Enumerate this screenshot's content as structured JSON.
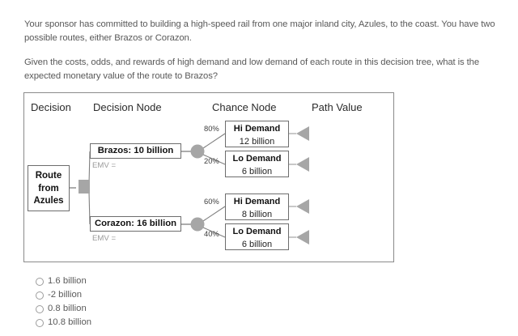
{
  "question": {
    "paragraphs": [
      "Your sponsor has committed to building a high-speed rail from one major inland city, Azules, to the coast. You have two possible routes, either Brazos or Corazon.",
      "Given the costs, odds, and rewards of high demand and low demand of each route in this decision tree, what is the expected monetary value of the route to Brazos?"
    ]
  },
  "tree": {
    "headers": {
      "decision": "Decision",
      "decision_node": "Decision Node",
      "chance_node": "Chance Node",
      "path_value": "Path Value"
    },
    "root": {
      "label": "Route\nfrom\nAzules",
      "line1": "Route",
      "line2": "from",
      "line3": "Azules"
    },
    "alternatives": [
      {
        "label": "Brazos: 10 billion",
        "emv": "EMV ="
      },
      {
        "label": "Corazon: 16 billion",
        "emv": "EMV ="
      }
    ],
    "outcomes": [
      {
        "probability": "80%",
        "title": "Hi Demand",
        "value": "12 billion"
      },
      {
        "probability": "20%",
        "title": "Lo Demand",
        "value": "6 billion"
      },
      {
        "probability": "60%",
        "title": "Hi Demand",
        "value": "8 billion"
      },
      {
        "probability": "40%",
        "title": "Lo Demand",
        "value": "6 billion"
      }
    ]
  },
  "answers": {
    "options": [
      {
        "label": "1.6 billion"
      },
      {
        "label": "-2 billion"
      },
      {
        "label": "0.8 billion"
      },
      {
        "label": "10.8 billion"
      }
    ]
  },
  "colors": {
    "node_fill": "#a6a6a6",
    "line": "#808080",
    "frame": "#8a8a8a",
    "text": "#4a4a4a"
  }
}
